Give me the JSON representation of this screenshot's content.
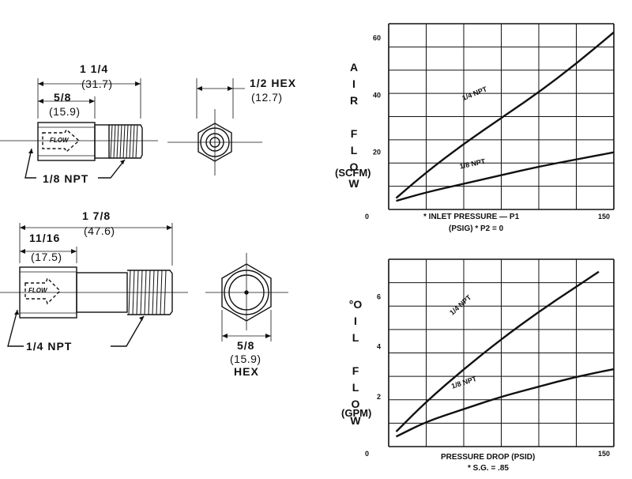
{
  "drawings": {
    "fitting_small": {
      "overall_len": "1 1/4",
      "overall_len_mm": "(31.7)",
      "body_len": "5/8",
      "body_len_mm": "(15.9)",
      "thread": "1/8 NPT",
      "hex": "1/2 HEX",
      "hex_mm": "(12.7)",
      "arrow_text": "FLOW"
    },
    "fitting_large": {
      "overall_len": "1 7/8",
      "overall_len_mm": "(47.6)",
      "body_len": "11/16",
      "body_len_mm": "(17.5)",
      "thread": "1/4 NPT",
      "hex": "5/8",
      "hex_mm": "(15.9)",
      "hex_label": "HEX",
      "arrow_text": "FLOW"
    }
  },
  "chart_data": [
    {
      "type": "line",
      "ylabel_letters": [
        "A",
        "I",
        "R",
        "",
        "F",
        "L",
        "O",
        "W"
      ],
      "ylabel_unit": "(SCFM)",
      "xlabel_line1": "* INLET PRESSURE — P1",
      "xlabel_line2": "(PSIG)  * P2 = 0",
      "x_origin_label": "0",
      "x_end_label": "150",
      "xlim": [
        0,
        150
      ],
      "ylim": [
        0,
        65
      ],
      "yticks": [
        20,
        40,
        60
      ],
      "ytick_labels": [
        "20",
        "40",
        "60"
      ],
      "grid": true,
      "series": [
        {
          "name": "1/4 NPT",
          "x": [
            5,
            25,
            50,
            75,
            100,
            125,
            150
          ],
          "y": [
            4,
            13,
            23,
            32,
            41,
            51,
            62
          ]
        },
        {
          "name": "1/8 NPT",
          "x": [
            5,
            25,
            50,
            75,
            100,
            125,
            150
          ],
          "y": [
            3,
            6,
            9,
            12,
            15,
            17.5,
            20
          ]
        }
      ]
    },
    {
      "type": "line",
      "ylabel_letters": [
        "°O",
        "I",
        "L",
        "",
        "F",
        "L",
        "O",
        "W"
      ],
      "ylabel_unit": "(GPM)",
      "xlabel_line1": "PRESSURE DROP (PSID)",
      "xlabel_line2": "* S.G. = .85",
      "x_origin_label": "0",
      "x_end_label": "150",
      "xlim": [
        0,
        150
      ],
      "ylim": [
        0,
        7.5
      ],
      "yticks": [
        2,
        4,
        6
      ],
      "ytick_labels": [
        "2",
        "4",
        "6"
      ],
      "grid": true,
      "series": [
        {
          "name": "1/4 NPT",
          "x": [
            5,
            25,
            50,
            75,
            100,
            125,
            140
          ],
          "y": [
            0.6,
            1.8,
            3.1,
            4.3,
            5.4,
            6.4,
            7.0
          ]
        },
        {
          "name": "1/8 NPT",
          "x": [
            5,
            25,
            50,
            75,
            100,
            125,
            150
          ],
          "y": [
            0.4,
            1.0,
            1.5,
            2.0,
            2.4,
            2.8,
            3.1
          ]
        }
      ]
    }
  ]
}
